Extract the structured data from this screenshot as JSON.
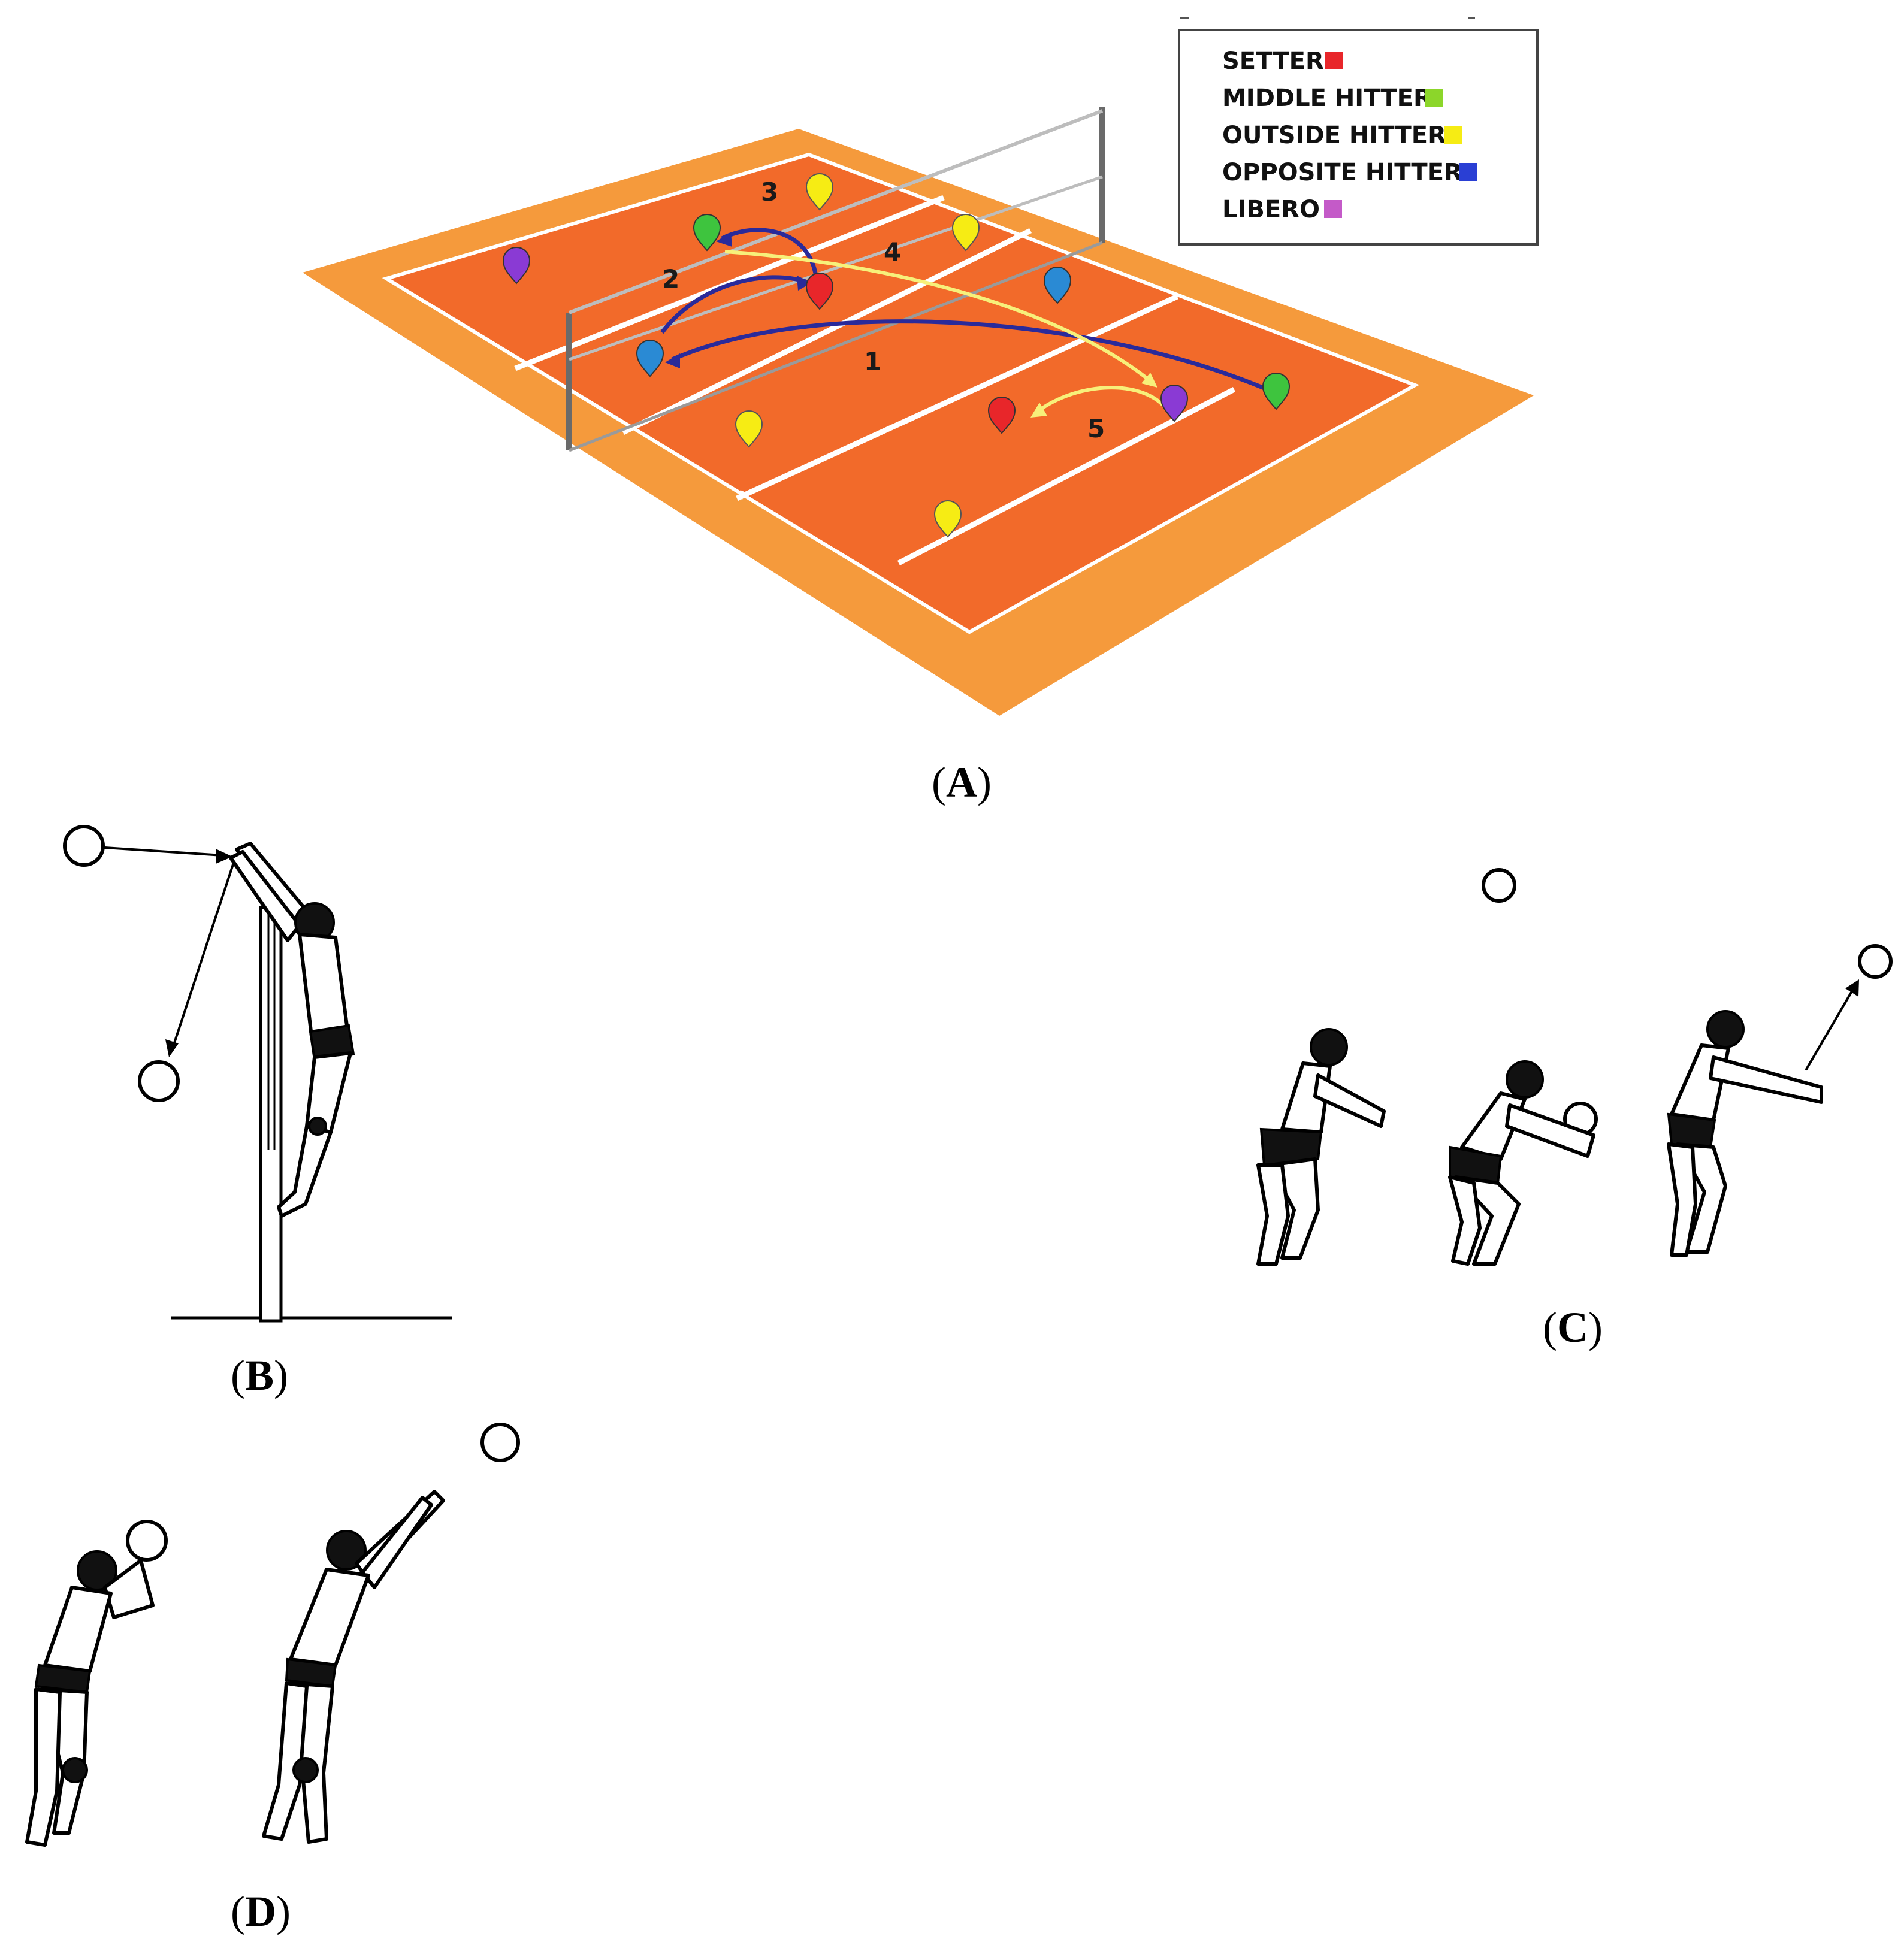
{
  "panels": {
    "a": {
      "label_pre": "(",
      "label_letter": "A",
      "label_post": ")"
    },
    "b": {
      "label_pre": "(",
      "label_letter": "B",
      "label_post": ")"
    },
    "c": {
      "label_pre": "(",
      "label_letter": "C",
      "label_post": ")"
    },
    "d": {
      "label_pre": "(",
      "label_letter": "D",
      "label_post": ")"
    }
  },
  "legend": {
    "items": [
      {
        "label": "SETTER",
        "color": "#e8262a"
      },
      {
        "label": "MIDDLE HITTER",
        "color": "#8cd62a"
      },
      {
        "label": "OUTSIDE HITTER",
        "color": "#f6ec14"
      },
      {
        "label": "OPPOSITE HITTER",
        "color": "#2a3fd4"
      },
      {
        "label": "LIBERO",
        "color": "#c45ac8"
      }
    ]
  },
  "zones": [
    "1",
    "2",
    "3",
    "4",
    "5"
  ],
  "colors": {
    "court_outer": "#f59a3c",
    "court_inner": "#f26a2a",
    "lines": "#ffffff",
    "arrow_dark": "#2a2a9a",
    "arrow_light": "#f7f07a"
  }
}
